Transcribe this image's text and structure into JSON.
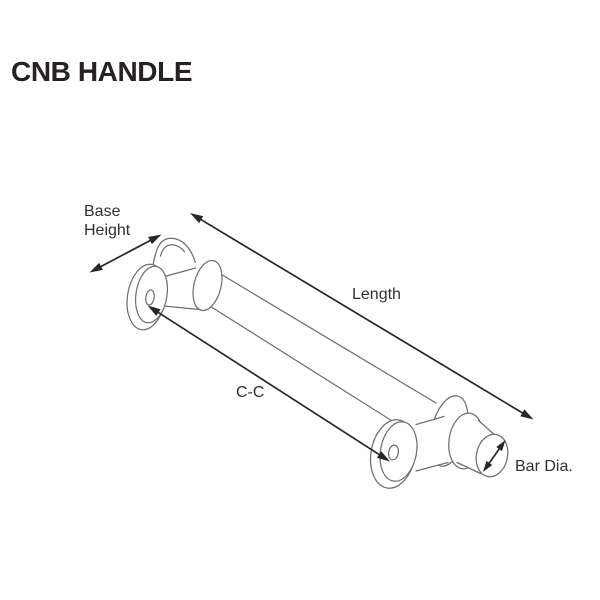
{
  "title": "CNB HANDLE",
  "diagram": {
    "name": "cnb-handle-line-drawing",
    "description": "Isometric line drawing of a T-bar cabinet handle with two flanged mounting posts and dimension arrows",
    "labels": {
      "base_height": "Base Height",
      "length": "Length",
      "center_to_center": "C-C",
      "bar_diameter": "Bar Dia."
    }
  },
  "colors": {
    "background": "#ffffff",
    "title_text": "#262223",
    "label_text": "#332f30",
    "drawing_line": "#6f7072",
    "dimension_line": "#2a2627"
  }
}
